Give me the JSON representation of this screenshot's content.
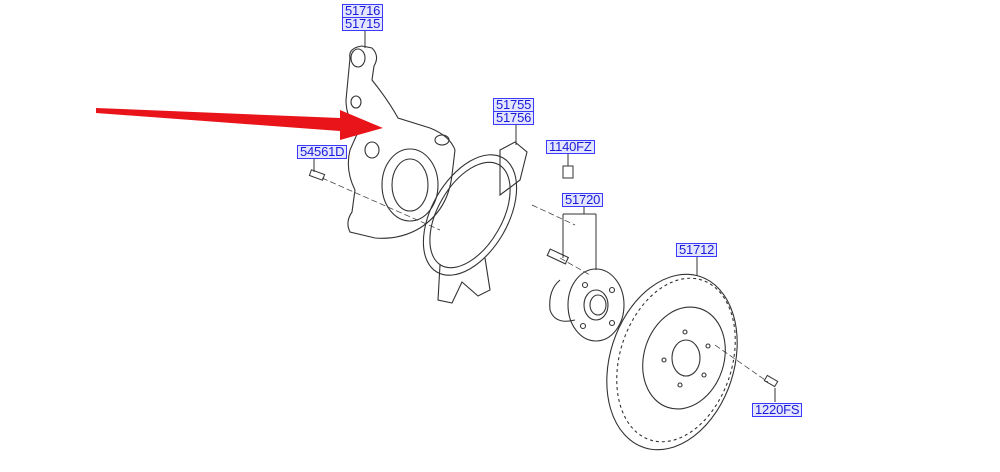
{
  "diagram": {
    "part_labels": {
      "knuckle_lh": "51716",
      "knuckle_rh": "51715",
      "dust_cover_lh": "51755",
      "dust_cover_rh": "51756",
      "screw": "1140FZ",
      "bolt": "54561D",
      "hub_assy": "51720",
      "disc": "51712",
      "disc_screw": "1220FS"
    },
    "colors": {
      "arrow": "#e8141a",
      "label_text": "#1a1ad8",
      "label_border": "#3a3aff",
      "label_bg": "#e4e6ff",
      "line": "#333333"
    }
  }
}
